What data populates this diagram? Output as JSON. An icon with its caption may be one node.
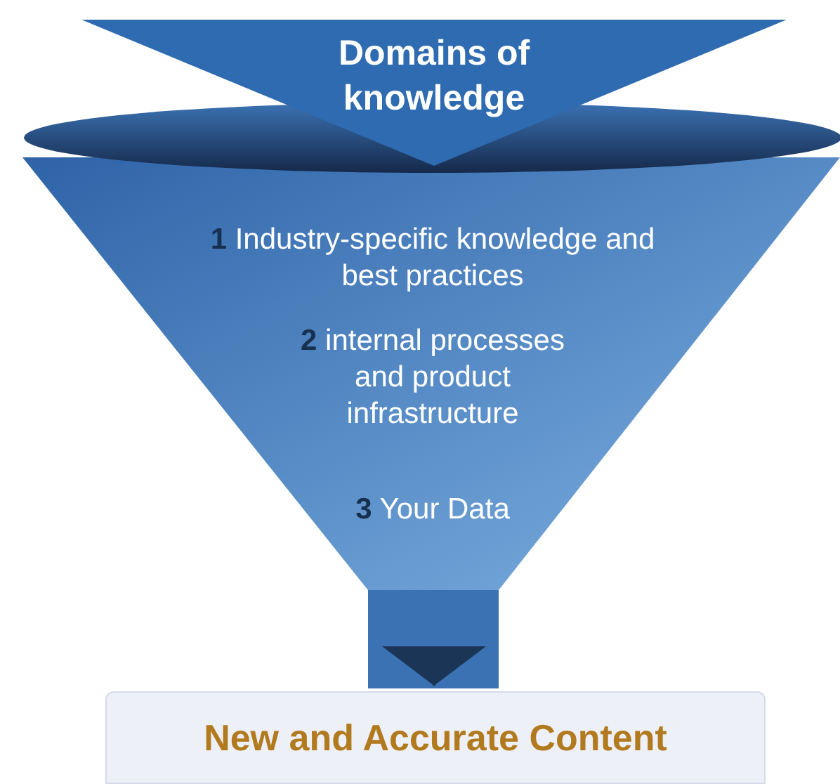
{
  "diagram": {
    "nodes": [
      {
        "text": [
          "Domains of knowledge"
        ]
      },
      {
        "text": [
          "**1** Industry-specific knowledge and best practices",
          "**2** internal processes and product infrastructure",
          "**3** Your Data"
        ]
      },
      {
        "text": [
          "New and Accurate Content"
        ]
      }
    ],
    "edges": [
      {
        "from": 1,
        "to": 2,
        "arrow": "to"
      }
    ]
  }
}
